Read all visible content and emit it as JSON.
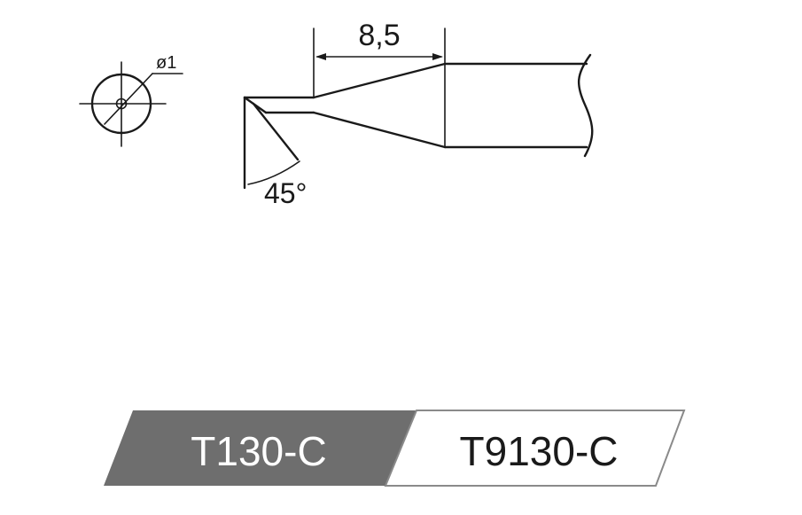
{
  "dimensions": {
    "diameter_label": "ø1",
    "length_label": "8,5",
    "angle_label": "45°"
  },
  "model_labels": {
    "left": "T130-C",
    "right": "T9130-C"
  },
  "colors": {
    "line": "#1a1a1a",
    "left_band_fill": "#6e6e6e",
    "left_band_text": "#ffffff",
    "right_band_fill": "#ffffff",
    "right_band_stroke": "#8a8a8a",
    "right_band_text": "#1a1a1a"
  }
}
